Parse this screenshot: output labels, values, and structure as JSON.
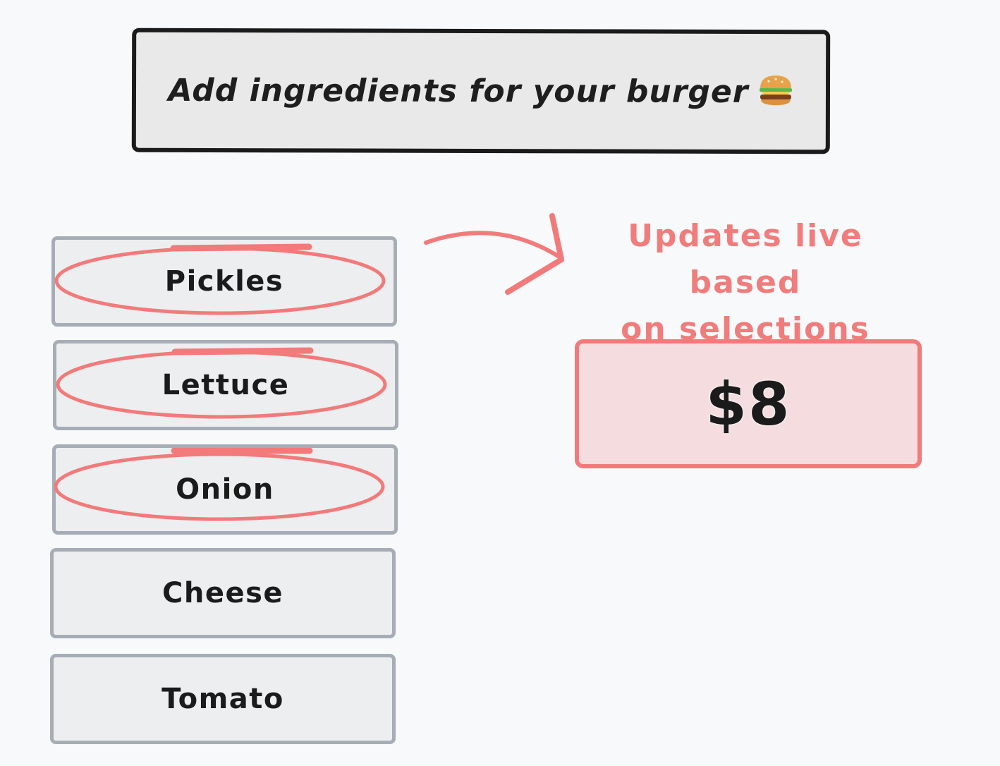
{
  "header": {
    "title": "Add ingredients for your burger",
    "icon": "burger-icon"
  },
  "ingredients": [
    {
      "label": "Pickles",
      "selected": true
    },
    {
      "label": "Lettuce",
      "selected": true
    },
    {
      "label": "Onion",
      "selected": true
    },
    {
      "label": "Cheese",
      "selected": false
    },
    {
      "label": "Tomato",
      "selected": false
    }
  ],
  "annotation": {
    "line1": "Updates live based",
    "line2": "on selections"
  },
  "price": {
    "display": "$8"
  },
  "colors": {
    "accent": "#f27a7a",
    "price_bg": "#f5dcde",
    "button_border": "#a6adb6",
    "button_bg": "#eceef0",
    "title_border": "#1b1b1b"
  }
}
